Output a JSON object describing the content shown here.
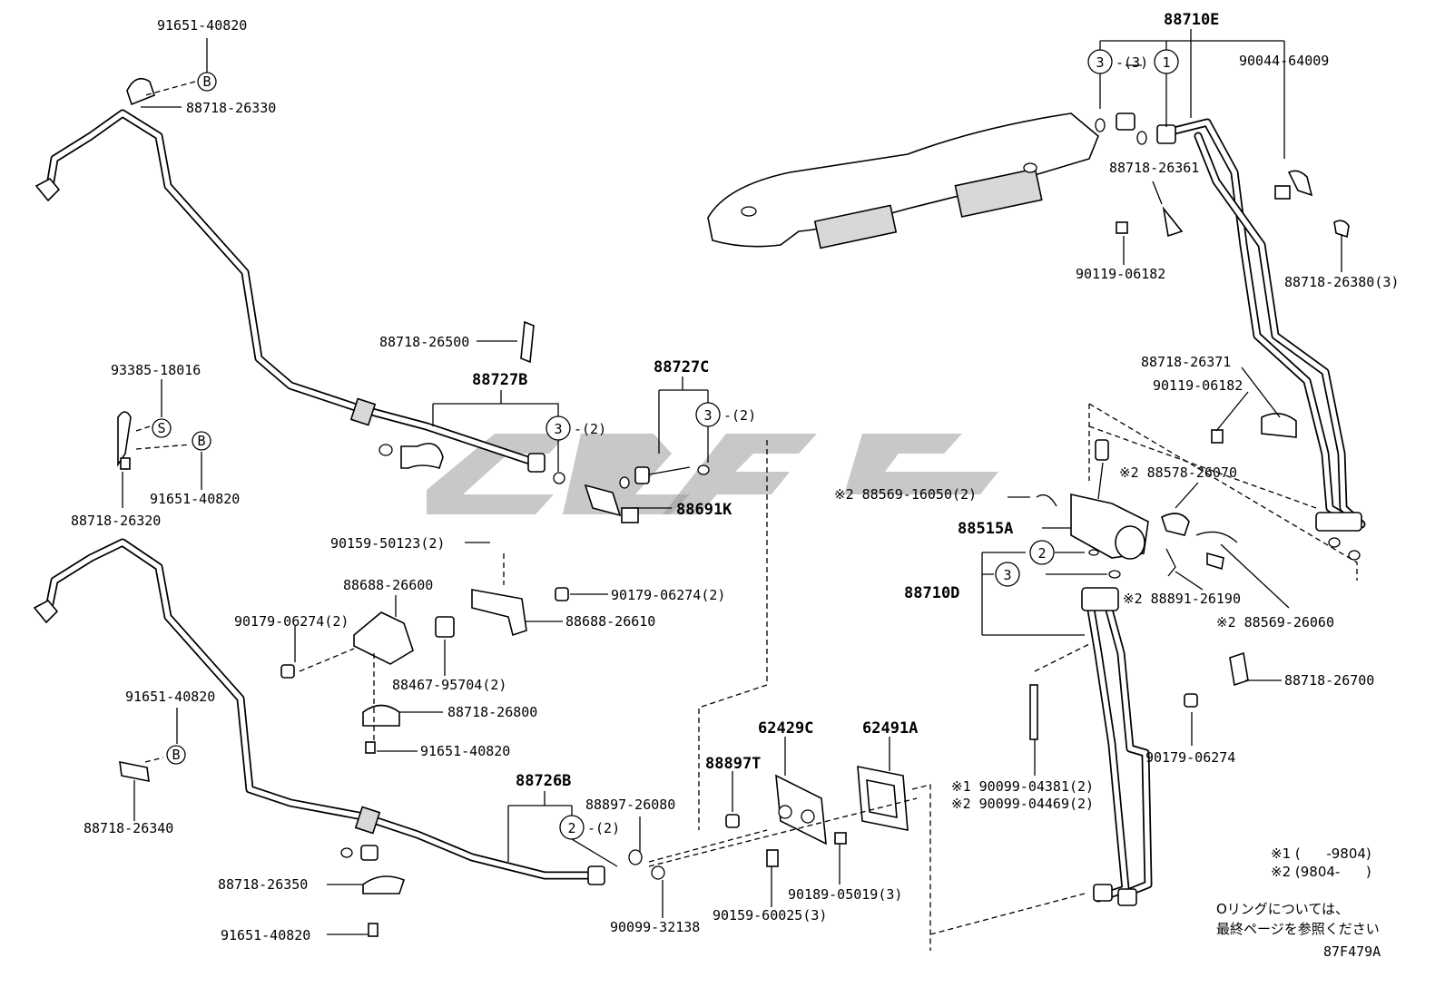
{
  "diagram_code": "87F479A",
  "labels": {
    "l_91651_top": "91651-40820",
    "l_88718_26330": "88718-26330",
    "l_88718_26500": "88718-26500",
    "l_88727B": "88727B",
    "l_88727C": "88727C",
    "l_93385": "93385-18016",
    "l_91651_mid": "91651-40820",
    "l_88718_26320": "88718-26320",
    "l_88691K": "88691K",
    "l_90159_50123": "90159-50123(2)",
    "l_88688_26600": "88688-26600",
    "l_90179_06274_2a": "90179-06274(2)",
    "l_90179_06274_2b": "90179-06274(2)",
    "l_88688_26610": "88688-26610",
    "l_88467": "88467-95704(2)",
    "l_88718_26800": "88718-26800",
    "l_91651_lower": "91651-40820",
    "l_91651_left": "91651-40820",
    "l_88718_26340": "88718-26340",
    "l_88726B": "88726B",
    "l_88897_26080": "88897-26080",
    "l_88897T": "88897T",
    "l_62429C": "62429C",
    "l_62491A": "62491A",
    "l_88718_26350": "88718-26350",
    "l_91651_bottom": "91651-40820",
    "l_90099_32138": "90099-32138",
    "l_90159_60025": "90159-60025(3)",
    "l_90189_05019": "90189-05019(3)",
    "l_88710E": "88710E",
    "l_90044": "90044-64009",
    "l_88718_26361": "88718-26361",
    "l_90119_06182a": "90119-06182",
    "l_88718_26380": "88718-26380(3)",
    "l_88718_26371": "88718-26371",
    "l_90119_06182b": "90119-06182",
    "l_88578": "※2 88578-26070",
    "l_88569_16050": "※2 88569-16050(2)",
    "l_88515A": "88515A",
    "l_88710D": "88710D",
    "l_88891": "※2 88891-26190",
    "l_88569_26060": "※2 88569-26060",
    "l_88718_26700": "88718-26700",
    "l_90179_06274": "90179-06274",
    "l_90099_04381": "※1 90099-04381(2)",
    "l_90099_04469": "※2 90099-04469(2)"
  },
  "callouts": {
    "c3_3": "3",
    "q3_3": "-(3)",
    "c1": "1",
    "c3_b": "3",
    "q3_b": "-(2)",
    "c3_c": "3",
    "q3_c": "-(2)",
    "c2_26b": "2",
    "q2_26b": "-(2)",
    "c2_d": "2",
    "c3_d": "3",
    "cB1": "B",
    "cB2": "B",
    "cB3": "B",
    "cS": "S"
  },
  "legend": {
    "line1": "※1 (      -9804)",
    "line2": "※2 (9804-      )",
    "note1": "Oリングについては、",
    "note2": "最終ページを参照ください"
  }
}
